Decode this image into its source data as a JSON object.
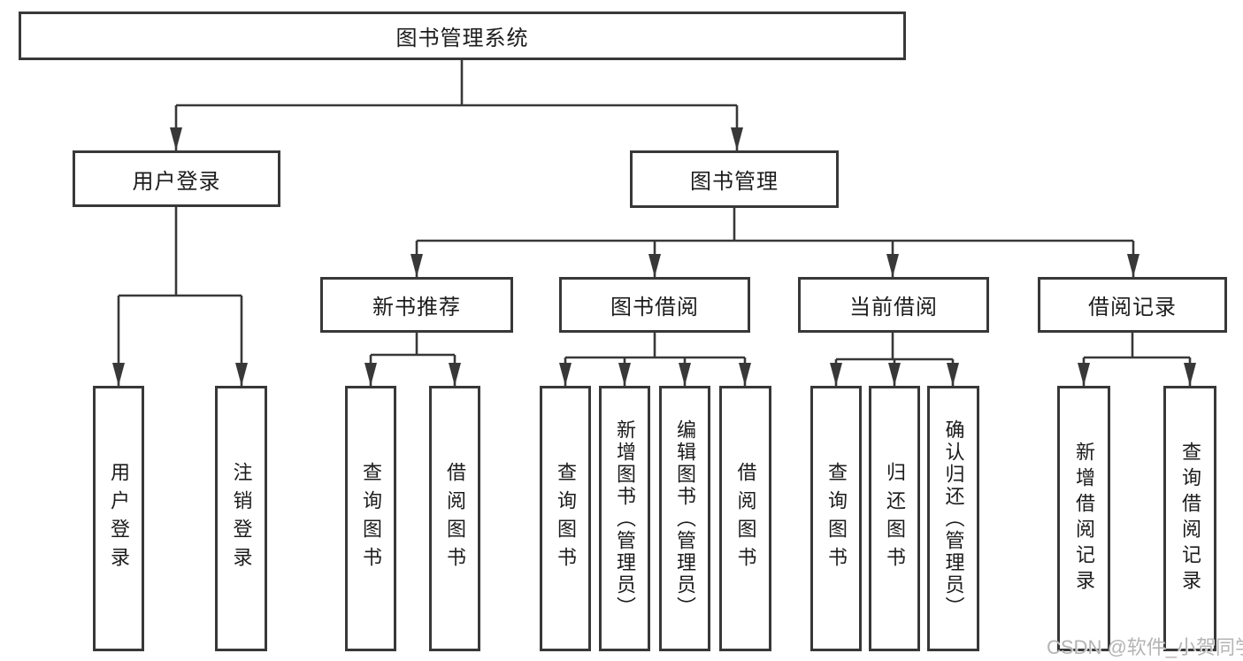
{
  "root": {
    "label": "图书管理系统"
  },
  "user": {
    "label": "用户登录",
    "leaves": [
      "用户登录",
      "注销登录"
    ]
  },
  "mgmt": {
    "label": "图书管理",
    "sections": [
      {
        "label": "新书推荐",
        "leaves": [
          "查询图书",
          "借阅图书"
        ]
      },
      {
        "label": "图书借阅",
        "leaves": [
          "查询图书",
          "新增图书（管理员）",
          "编辑图书（管理员）",
          "借阅图书"
        ]
      },
      {
        "label": "当前借阅",
        "leaves": [
          "查询图书",
          "归还图书",
          "确认归还（管理员）"
        ]
      },
      {
        "label": "借阅记录",
        "leaves": [
          "新增借阅记录",
          "查询借阅记录"
        ]
      }
    ]
  },
  "watermark": {
    "text": "CSDN @软件_小贺同学"
  },
  "colors": {
    "line": "#383838",
    "text": "#1c1c1c",
    "watermark": "#b4b4b4",
    "bg": "#ffffff"
  }
}
